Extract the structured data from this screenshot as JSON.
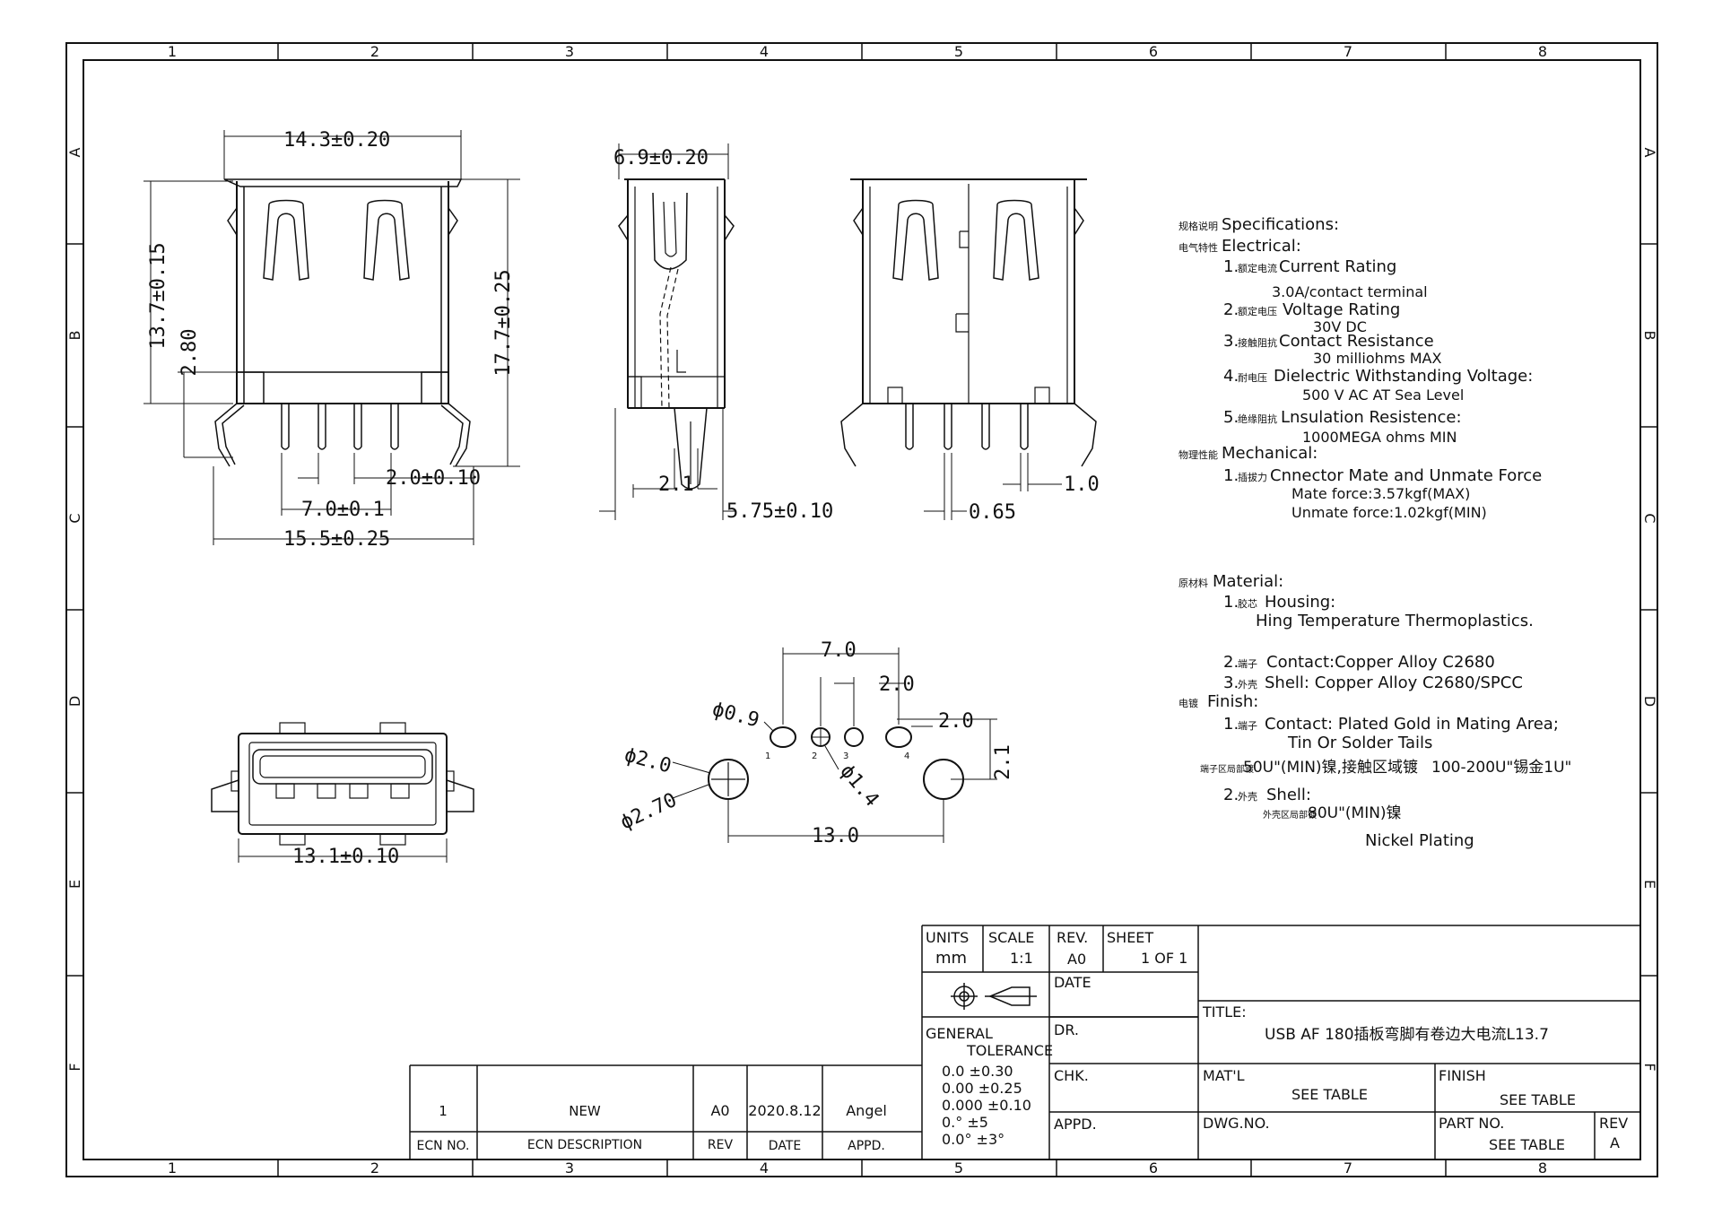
{
  "frame": {
    "columns": [
      "1",
      "2",
      "3",
      "4",
      "5",
      "6",
      "7",
      "8"
    ],
    "rows": [
      "A",
      "B",
      "C",
      "D",
      "E",
      "F"
    ]
  },
  "dimensions": {
    "front_width": "14.3±0.20",
    "front_height": "13.7±0.15",
    "front_step": "2.80",
    "front_total_height": "17.7±0.25",
    "pin_pitch_2": "2.0±0.10",
    "pin_span_7": "7.0±0.1",
    "overall_width": "15.5±0.25",
    "side_depth": "6.9±0.20",
    "side_offset": "2.1",
    "side_pin": "5.75±0.10",
    "rear_pin_thick": "0.65",
    "rear_pin_width": "1.0",
    "bottom_width": "13.1±0.10",
    "fp_span_7": "7.0",
    "fp_pitch_2": "2.0",
    "fp_pitch_2b": "2.0",
    "fp_hole_09": "ϕ0.9",
    "fp_hole_14": "ϕ1.4",
    "fp_hole_20": "ϕ2.0",
    "fp_hole_27": "ϕ2.70",
    "fp_row_offset": "2.1",
    "fp_span_13": "13.0",
    "fp_pin_1": "1",
    "fp_pin_2": "2",
    "fp_pin_3": "3",
    "fp_pin_4": "4"
  },
  "specs": {
    "heading_cn": "规格说明",
    "heading": "Specifications:",
    "electrical_cn": "电气特性",
    "electrical": "Electrical:",
    "e1_no": "1.",
    "e1_cn": "额定电流",
    "e1": "Current Rating",
    "e1_val": "3.0A/contact terminal",
    "e2_no": "2.",
    "e2_cn": "额定电压",
    "e2": "Voltage Rating",
    "e2_val": "30V DC",
    "e3_no": "3.",
    "e3_cn": "接触阻抗",
    "e3": "Contact Resistance",
    "e3_val": "30 milliohms MAX",
    "e4_no": "4.",
    "e4_cn": "耐电压",
    "e4": "Dielectric Withstanding Voltage:",
    "e4_val": "500 V AC AT Sea Level",
    "e5_no": "5.",
    "e5_cn": "绝缘阻抗",
    "e5": "Lnsulation Resistence:",
    "e5_val": "1000MEGA ohms MIN",
    "mechanical_cn": "物理性能",
    "mechanical": "Mechanical:",
    "m1_no": "1.",
    "m1_cn": "插拔力",
    "m1": "Cnnector Mate and Unmate Force",
    "m1_val1": "Mate force:3.57kgf(MAX)",
    "m1_val2": "Unmate force:1.02kgf(MIN)",
    "material_cn": "原材料",
    "material": "Material:",
    "mt1_no": "1.",
    "mt1_cn": "胶芯",
    "mt1": "Housing:",
    "mt1_val": "Hing Temperature  Thermoplastics.",
    "mt2_no": "2.",
    "mt2_cn": "端子",
    "mt2": "Contact:Copper Alloy C2680",
    "mt3_no": "3.",
    "mt3_cn": "外壳",
    "mt3": "Shell:  Copper Alloy C2680/SPCC",
    "finish_cn": "电镀",
    "finish": "Finish:",
    "f1_no": "1.",
    "f1_cn": "端子",
    "f1": "Contact:  Plated Gold in Mating Area;",
    "f1_val": "Tin Or Solder Tails",
    "f1_cn2a": "端子区局部镀",
    "f1_cn2b": "50U\"(MIN)镍,接触区域镀",
    "f1_cn2c": "100-200U\"锡金1U\"",
    "f2_no": "2.",
    "f2_cn": "外壳",
    "f2": "Shell:",
    "f2_cn2a": "外壳区局部镀",
    "f2_cn2b": "80U\"(MIN)镍",
    "f2_val": "Nickel Plating"
  },
  "title_block": {
    "units_label": "UNITS",
    "units_value": "mm",
    "scale_label": "SCALE",
    "scale_value": "1:1",
    "rev_label": "REV.",
    "rev_value": "A0",
    "sheet_label": "SHEET",
    "sheet_value": "1 OF 1",
    "date_label": "DATE",
    "general_label": "GENERAL",
    "tolerance_label": "TOLERANCE",
    "tol1": "0.0   ±0.30",
    "tol2": "0.00  ±0.25",
    "tol3": "0.000 ±0.10",
    "tol4": "0.°  ±5",
    "tol5": "0.0° ±3°",
    "dr_label": "DR.",
    "chk_label": "CHK.",
    "appd_label": "APPD.",
    "title_label": "TITLE:",
    "title_value": "USB AF 180插板弯脚有卷边大电流L13.7",
    "matl_label": "MAT'L",
    "matl_value": "SEE TABLE",
    "finish_label": "FINISH",
    "finish_value": "SEE TABLE",
    "dwg_label": "DWG.NO.",
    "part_label": "PART NO.",
    "part_value": "SEE TABLE",
    "rev2_label": "REV",
    "rev2_value": "A"
  },
  "revision_block": {
    "row_ecn": "1",
    "row_desc": "NEW",
    "row_rev": "A0",
    "row_date": "2020.8.12",
    "row_appd": "Angel",
    "h_ecn": "ECN NO.",
    "h_desc": "ECN  DESCRIPTION",
    "h_rev": "REV",
    "h_date": "DATE",
    "h_appd": "APPD."
  }
}
